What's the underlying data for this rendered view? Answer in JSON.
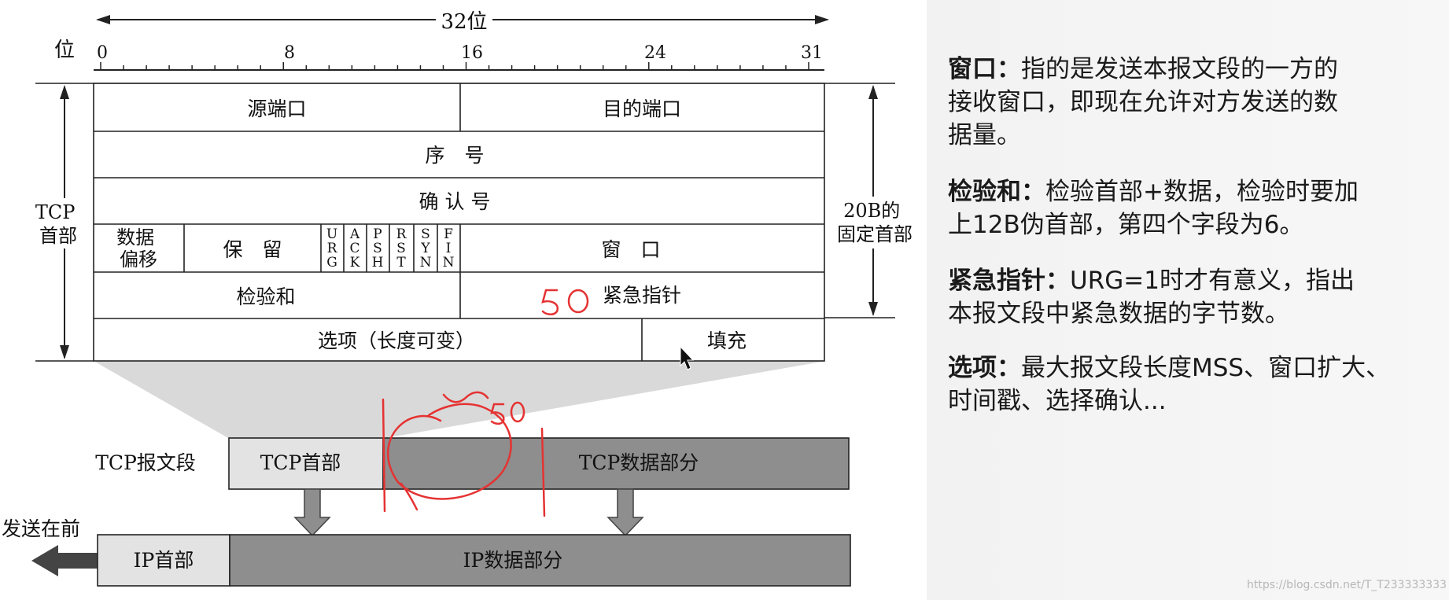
{
  "diagram": {
    "bits_label": "32位",
    "bit_axis_label": "位",
    "bit_ticks": [
      "0",
      "8",
      "16",
      "24",
      "31"
    ],
    "header_side_label": [
      "TCP",
      "首部"
    ],
    "fixed_header_label": [
      "20B的",
      "固定首部"
    ],
    "fields": {
      "src_port": "源端口",
      "dst_port": "目的端口",
      "seq": "序　号",
      "ack_num": "确 认 号",
      "data_offset": [
        "数据",
        "偏移"
      ],
      "reserved": "保　留",
      "flags": [
        {
          "letters": [
            "U",
            "R",
            "G"
          ]
        },
        {
          "letters": [
            "A",
            "C",
            "K"
          ]
        },
        {
          "letters": [
            "P",
            "S",
            "H"
          ]
        },
        {
          "letters": [
            "R",
            "S",
            "T"
          ]
        },
        {
          "letters": [
            "S",
            "Y",
            "N"
          ]
        },
        {
          "letters": [
            "F",
            "I",
            "N"
          ]
        }
      ],
      "window": "窗　口",
      "checksum": "检验和",
      "urgent_ptr": "紧急指针",
      "options": "选项（长度可变）",
      "padding": "填充"
    },
    "segment_label": "TCP报文段",
    "tcp_header_box": "TCP首部",
    "tcp_data_box": "TCP数据部分",
    "send_first_label": "发送在前",
    "ip_header_box": "IP首部",
    "ip_data_box": "IP数据部分",
    "colors": {
      "light_box": "#e3e3e3",
      "dark_box": "#8e8e8e",
      "funnel": "#d9d9d9",
      "ink_red": "#e53232"
    }
  },
  "notes": [
    {
      "term": "窗口：",
      "lines": [
        "指的是发送本报文段的一方的",
        "接收窗口，即现在允许对方发送的数",
        "据量。"
      ]
    },
    {
      "term": "检验和：",
      "lines": [
        "检验首部+数据，检验时要加",
        "上12B伪首部，第四个字段为6。"
      ]
    },
    {
      "term": "紧急指针：",
      "lines": [
        "URG=1时才有意义，指出",
        "本报文段中紧急数据的字节数。"
      ]
    },
    {
      "term": "选项：",
      "lines": [
        "最大报文段长度MSS、窗口扩大、",
        "时间戳、选择确认..."
      ]
    }
  ],
  "handwriting": [
    "50",
    "~50"
  ],
  "watermark": "https://blog.csdn.net/T_T233333333"
}
